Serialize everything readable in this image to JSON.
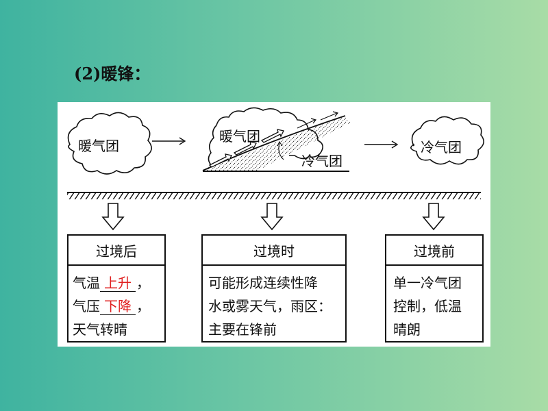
{
  "heading": "(2)暖锋：",
  "top": {
    "warm_air_mass": "暖气团",
    "front_warm_label": "暖气团",
    "front_cold_label": "冷气团",
    "cold_air_mass": "冷气团"
  },
  "boxes": {
    "after": {
      "title": "过境后",
      "temp_prefix": "气温",
      "temp_answer": "上升",
      "pressure_prefix": "气压",
      "pressure_answer": "下降",
      "comma": "，",
      "weather": "天气转晴"
    },
    "during": {
      "title": "过境时",
      "line1": "可能形成连续性降",
      "line2": "水或雾天气，雨区：",
      "line3": "主要在锋前"
    },
    "before": {
      "title": "过境前",
      "line1": "单一冷气团",
      "line2": "控制，低温",
      "line3": "晴朗"
    }
  },
  "colors": {
    "answer": "#e02020",
    "line": "#111111"
  },
  "icons": [
    "cloud-icon",
    "right-arrow-icon",
    "down-arrow-icon",
    "warm-front-icon",
    "ground-hatch-icon"
  ]
}
